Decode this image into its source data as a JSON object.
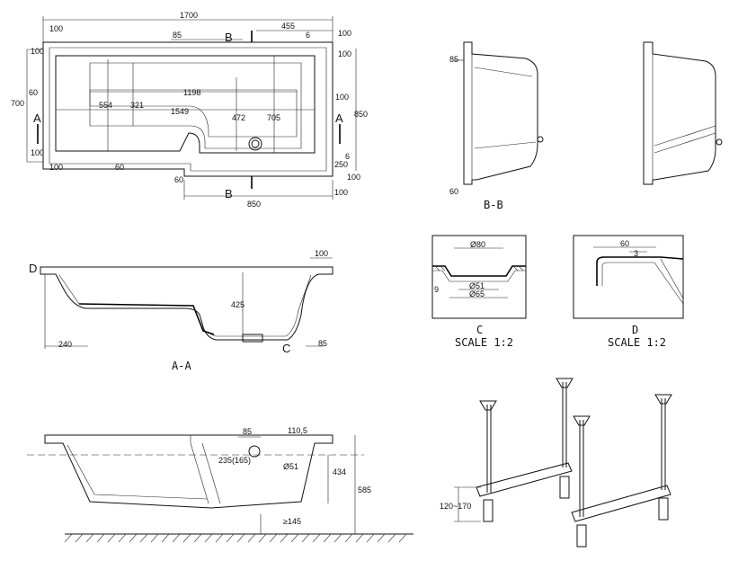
{
  "top_view": {
    "dims": {
      "overall_length": "1700",
      "right_section": "455",
      "b_offset": "6",
      "tl_100": "100",
      "tr_100": "100",
      "upper_85": "85",
      "left_100a": "100",
      "left_60": "60",
      "height_700": "700",
      "left_100b": "100",
      "bottom_100": "100",
      "bottom_60": "60",
      "inner_1198": "1198",
      "inner_554": "554",
      "inner_321": "321",
      "inner_1549": "1549",
      "inner_472": "472",
      "inner_705": "705",
      "right_100": "100",
      "right_850": "850",
      "right_100b": "100",
      "right_6": "6",
      "right_250": "250",
      "right_100c": "100",
      "right_100d": "100",
      "left_60b": "60",
      "bottom_850": "850"
    },
    "section_marks": {
      "b_top": "B",
      "b_bottom": "B",
      "a_left": "A",
      "a_right": "A"
    }
  },
  "section_bb": {
    "label": "B-B",
    "dims": {
      "top_85": "85",
      "bottom_60": "60"
    }
  },
  "section_aa": {
    "label": "A-A",
    "dims": {
      "depth_425": "425",
      "top_100": "100",
      "bottom_240": "240",
      "bottom_85": "85"
    },
    "marks": {
      "d": "D",
      "c": "C"
    }
  },
  "detail_c": {
    "label": "C",
    "scale": "SCALE 1:2",
    "dims": {
      "d80": "Ø80",
      "d51": "Ø51",
      "d65": "Ø65",
      "nine": "9"
    }
  },
  "detail_d": {
    "label": "D",
    "scale": "SCALE 1:2",
    "dims": {
      "sixty": "60",
      "three": "3"
    }
  },
  "side_view": {
    "dims": {
      "d85": "85",
      "d110_5": "110,5",
      "d235": "235(165)",
      "d51": "Ø51",
      "d434": "434",
      "d585": "585",
      "d145": "≥145"
    }
  },
  "legs_view": {
    "dims": {
      "range": "120~170"
    }
  }
}
